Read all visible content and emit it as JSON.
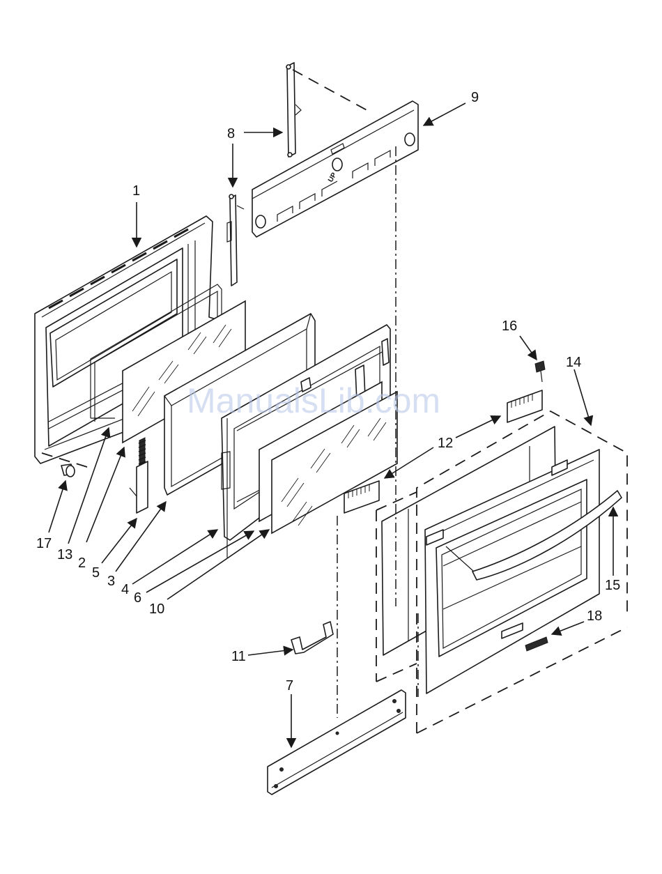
{
  "watermark": "ManualsLib.com",
  "callouts": {
    "c1": "1",
    "c2": "2",
    "c3": "3",
    "c4": "4",
    "c5": "5",
    "c6": "6",
    "c7": "7",
    "c8": "8",
    "c9": "9",
    "c10": "10",
    "c11": "11",
    "c12": "12",
    "c13": "13",
    "c14": "14",
    "c15": "15",
    "c16": "16",
    "c17": "17",
    "c18": "18"
  },
  "part_marks": {
    "up": "UP"
  },
  "colors": {
    "line": "#1a1a1a",
    "watermark": "#b6c4e8",
    "background": "#ffffff"
  }
}
